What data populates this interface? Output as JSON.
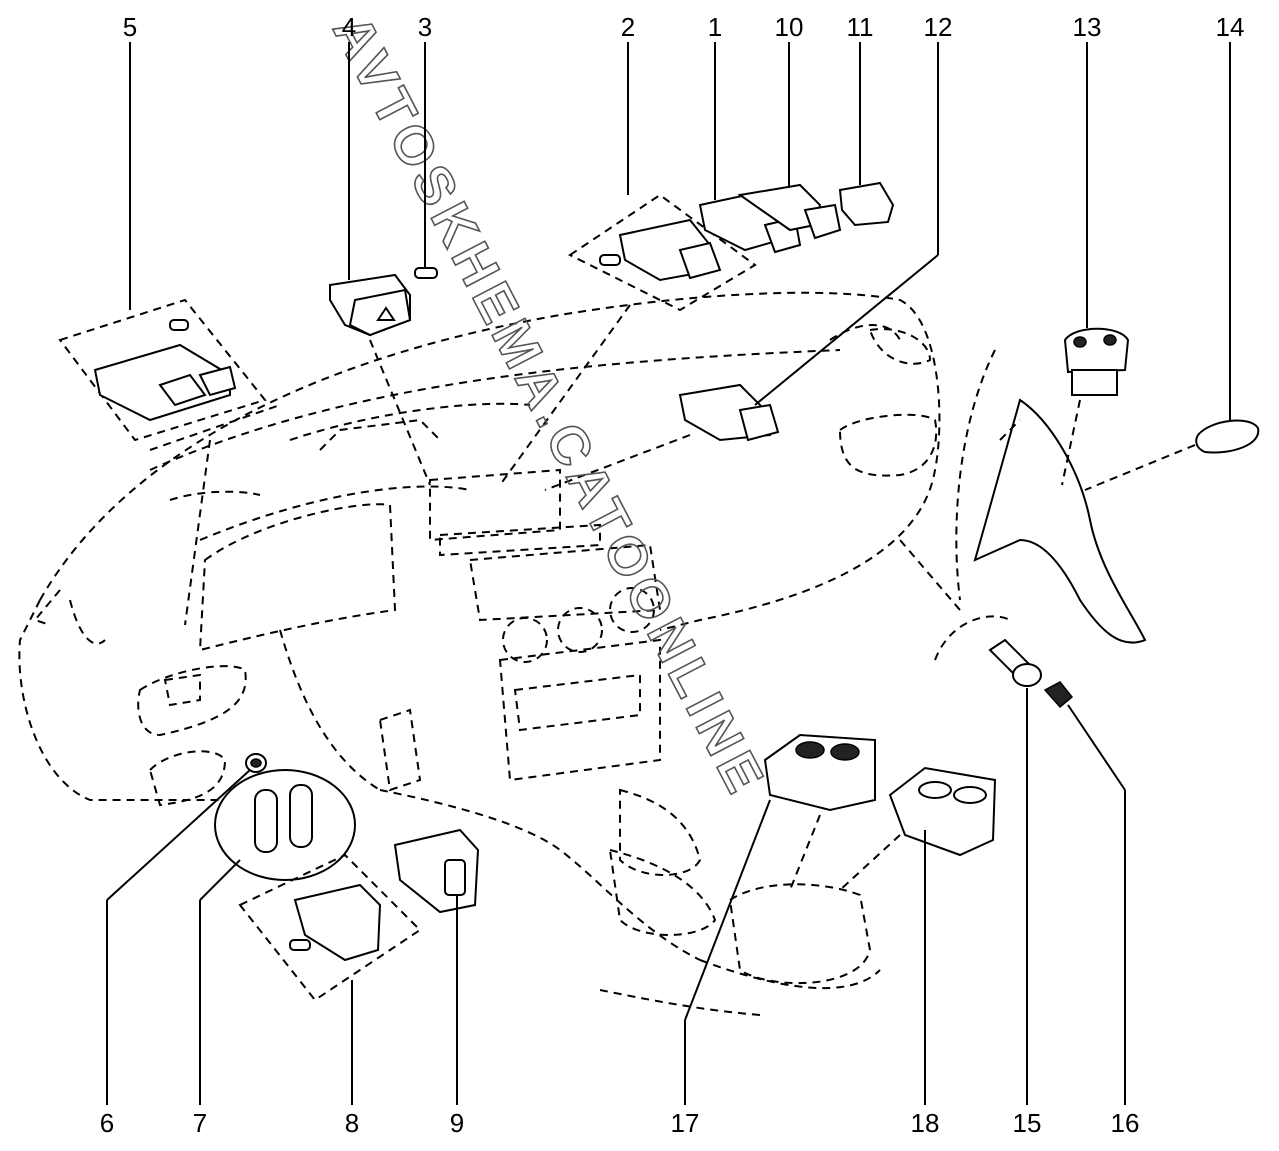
{
  "watermark": "AVTOSKHEMA.CATOONLINE",
  "labels": {
    "l1": "1",
    "l2": "2",
    "l3": "3",
    "l4": "4",
    "l5": "5",
    "l6": "6",
    "l7": "7",
    "l8": "8",
    "l9": "9",
    "l10": "10",
    "l11": "11",
    "l12": "12",
    "l13": "13",
    "l14": "14",
    "l15": "15",
    "l16": "16",
    "l17": "17",
    "l18": "18"
  }
}
